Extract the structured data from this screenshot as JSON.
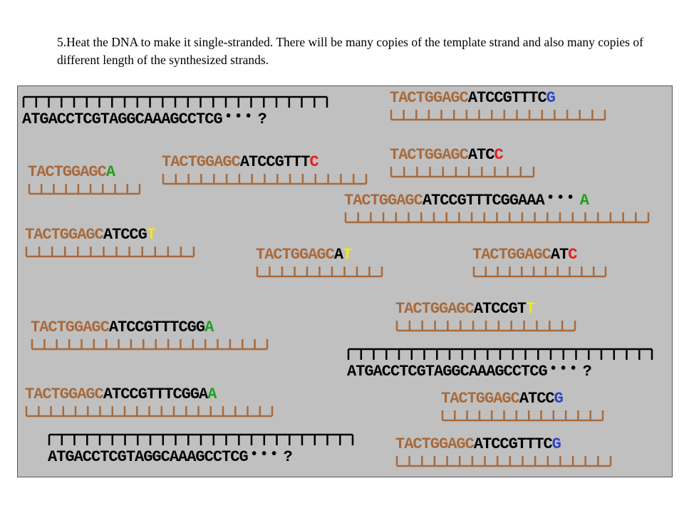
{
  "caption": "5.Heat the DNA to make it single-stranded. There will be many copies of the template strand and also many copies of different length of the synthesized strands.",
  "colors": {
    "panel_background": "#c0c0c0",
    "primer": "#a86a3c",
    "synthesized": "#000000",
    "template": "#000000",
    "backbone_brown": "#a86a3c",
    "backbone_black": "#000000",
    "base_A": "#1f9e1f",
    "base_C": "#e81c1c",
    "base_G": "#2c44c8",
    "base_T": "#f2e61a"
  },
  "strands": [
    {
      "id": "template-1",
      "type": "template",
      "segments": [
        {
          "text": "ATGACCTCGTAGGCAAAGCCTCG",
          "role": "template"
        }
      ],
      "tail": "?"
    },
    {
      "id": "template-2",
      "type": "template",
      "segments": [
        {
          "text": "ATGACCTCGTAGGCAAAGCCTCG",
          "role": "template"
        }
      ],
      "tail": "?"
    },
    {
      "id": "template-3",
      "type": "template",
      "segments": [
        {
          "text": "ATGACCTCGTAGGCAAAGCCTCG",
          "role": "template"
        }
      ],
      "tail": "?"
    },
    {
      "id": "fragment-1",
      "type": "fragment",
      "segments": [
        {
          "text": "TACTGGAGC",
          "role": "primer"
        },
        {
          "text": "ATCCGTTTC",
          "role": "synth"
        },
        {
          "text": "G",
          "role": "G"
        }
      ]
    },
    {
      "id": "fragment-2",
      "type": "fragment",
      "segments": [
        {
          "text": "TACTGGAGC",
          "role": "primer"
        },
        {
          "text": "ATC",
          "role": "synth"
        },
        {
          "text": "C",
          "role": "C"
        }
      ]
    },
    {
      "id": "fragment-3",
      "type": "fragment",
      "segments": [
        {
          "text": "TACTGGAGC",
          "role": "primer"
        },
        {
          "text": "ATCCGTTT",
          "role": "synth"
        },
        {
          "text": "C",
          "role": "C"
        }
      ]
    },
    {
      "id": "fragment-4",
      "type": "fragment",
      "segments": [
        {
          "text": "TACTGGAGC",
          "role": "primer"
        },
        {
          "text": "A",
          "role": "A"
        }
      ]
    },
    {
      "id": "fragment-5",
      "type": "fragment",
      "segments": [
        {
          "text": "TACTGGAGC",
          "role": "primer"
        },
        {
          "text": "ATCCGTTTCGGAAA",
          "role": "synth"
        }
      ],
      "tail": "A",
      "tail_role": "A"
    },
    {
      "id": "fragment-6",
      "type": "fragment",
      "segments": [
        {
          "text": "TACTGGAGC",
          "role": "primer"
        },
        {
          "text": "ATCCG",
          "role": "synth"
        },
        {
          "text": "T",
          "role": "T"
        }
      ]
    },
    {
      "id": "fragment-7",
      "type": "fragment",
      "segments": [
        {
          "text": "TACTGGAGC",
          "role": "primer"
        },
        {
          "text": "A",
          "role": "synth"
        },
        {
          "text": "T",
          "role": "T"
        }
      ]
    },
    {
      "id": "fragment-8",
      "type": "fragment",
      "segments": [
        {
          "text": "TACTGGAGC",
          "role": "primer"
        },
        {
          "text": "AT",
          "role": "synth"
        },
        {
          "text": "C",
          "role": "C"
        }
      ]
    },
    {
      "id": "fragment-9",
      "type": "fragment",
      "segments": [
        {
          "text": "TACTGGAGC",
          "role": "primer"
        },
        {
          "text": "ATCCGT",
          "role": "synth"
        },
        {
          "text": "T",
          "role": "T"
        }
      ]
    },
    {
      "id": "fragment-10",
      "type": "fragment",
      "segments": [
        {
          "text": "TACTGGAGC",
          "role": "primer"
        },
        {
          "text": "ATCCGTTTCGG",
          "role": "synth"
        },
        {
          "text": "A",
          "role": "A"
        }
      ]
    },
    {
      "id": "fragment-11",
      "type": "fragment",
      "segments": [
        {
          "text": "TACTGGAGC",
          "role": "primer"
        },
        {
          "text": "ATCCGTTTCGGA",
          "role": "synth"
        },
        {
          "text": "A",
          "role": "A"
        }
      ]
    },
    {
      "id": "fragment-12",
      "type": "fragment",
      "segments": [
        {
          "text": "TACTGGAGC",
          "role": "primer"
        },
        {
          "text": "ATCC",
          "role": "synth"
        },
        {
          "text": "G",
          "role": "G"
        }
      ]
    },
    {
      "id": "fragment-13",
      "type": "fragment",
      "segments": [
        {
          "text": "TACTGGAGC",
          "role": "primer"
        },
        {
          "text": "ATCCGTTTC",
          "role": "synth"
        },
        {
          "text": "G",
          "role": "G"
        }
      ]
    }
  ]
}
